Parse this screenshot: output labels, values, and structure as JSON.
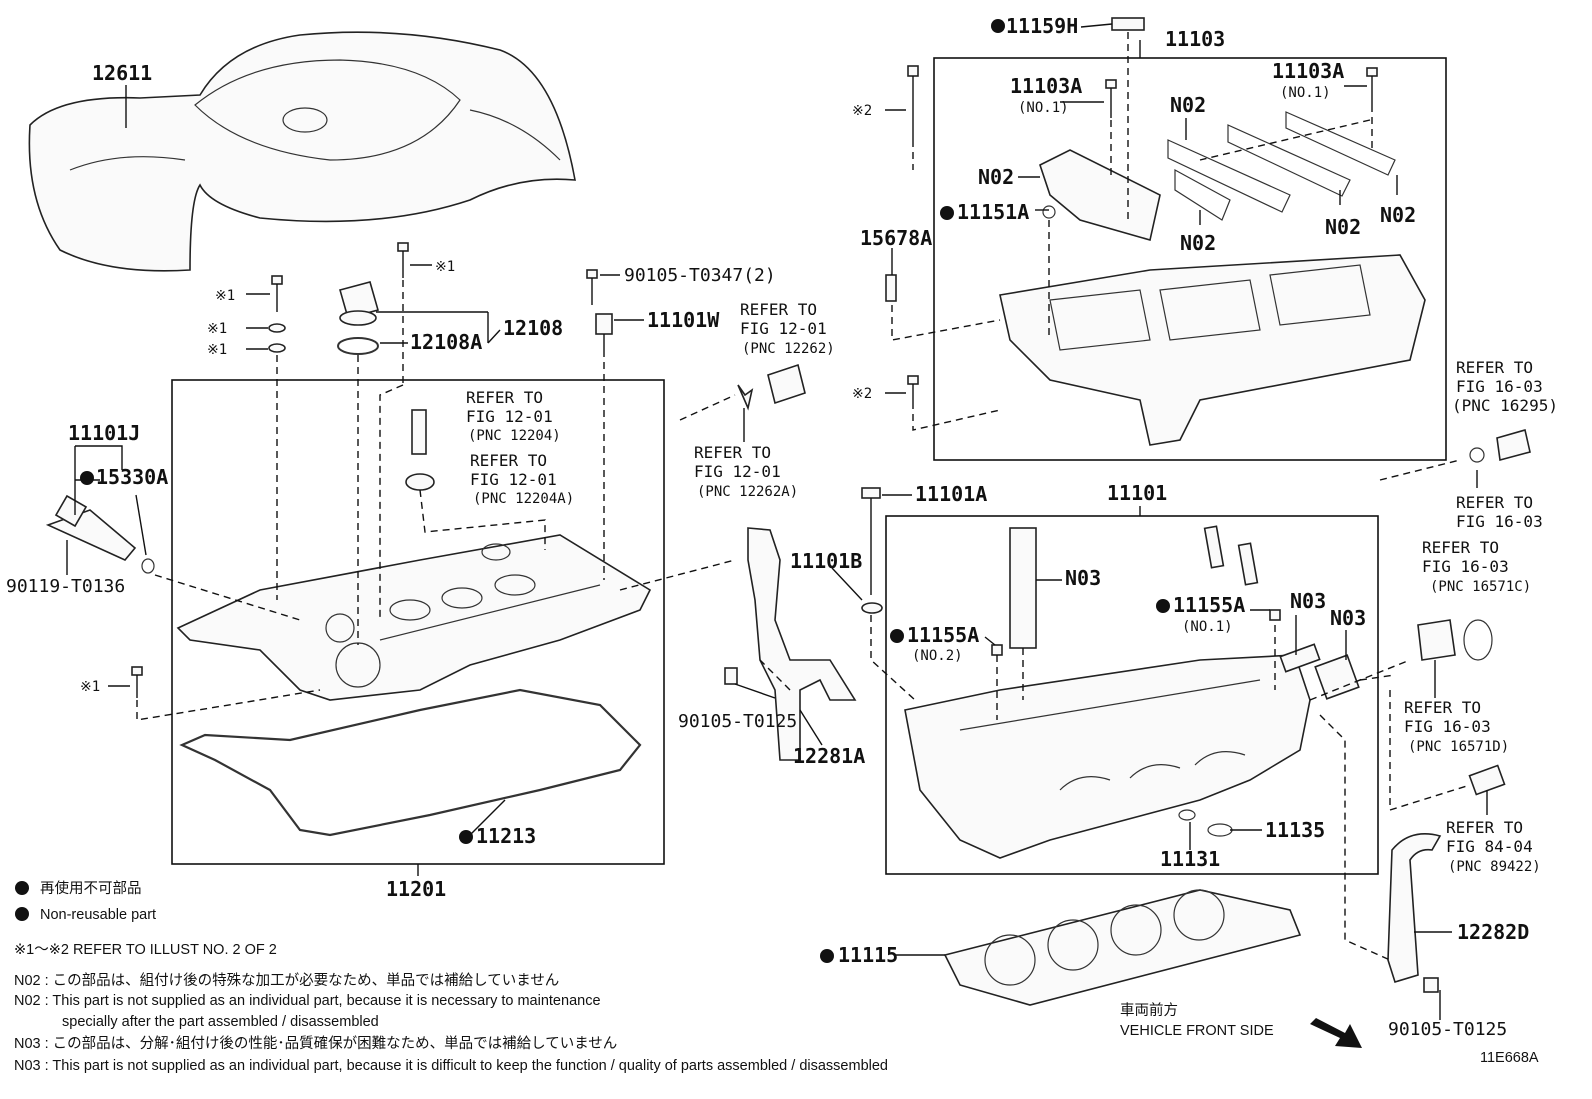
{
  "diagram_id": "11E668A",
  "parts": {
    "p12611": "12611",
    "p11159H": "11159H",
    "p11103": "11103",
    "p11103A_l": "11103A",
    "p11103A_l_sub": "(NO.1)",
    "p11103A_r": "11103A",
    "p11103A_r_sub": "(NO.1)",
    "p_x2_top": "※2",
    "p_x2_bot": "※2",
    "pN02_a": "N02",
    "pN02_b": "N02",
    "pN02_c": "N02",
    "pN02_d": "N02",
    "pN02_e": "N02",
    "p11151A": "11151A",
    "p15678A": "15678A",
    "p_x1_a": "※1",
    "p_x1_b": "※1",
    "p_x1_c": "※1",
    "p_x1_d": "※1",
    "p_x1_e": "※1",
    "p90105T0347": "90105-T0347(2)",
    "p11101W": "11101W",
    "p12108A": "12108A",
    "p12108": "12108",
    "p11101J": "11101J",
    "p15330A": "15330A",
    "p90119T0136": "90119-T0136",
    "p11101A": "11101A",
    "p11101": "11101",
    "p11101B": "11101B",
    "pN03_a": "N03",
    "pN03_b": "N03",
    "pN03_c": "N03",
    "p11155A_1": "11155A",
    "p11155A_1_sub": "(NO.1)",
    "p11155A_2": "11155A",
    "p11155A_2_sub": "(NO.2)",
    "p90105T0125_a": "90105-T0125",
    "p12281A": "12281A",
    "p11213": "11213",
    "p11201": "11201",
    "p11135": "11135",
    "p11131": "11131",
    "p11115": "11115",
    "p12282D": "12282D",
    "p90105T0125_b": "90105-T0125"
  },
  "refs": {
    "r1": [
      "REFER TO",
      "FIG 12-01",
      "(PNC 12262)"
    ],
    "r2": [
      "REFER TO",
      "FIG 12-01",
      "(PNC 12262A)"
    ],
    "r3": [
      "REFER TO",
      "FIG 12-01",
      "(PNC 12204)"
    ],
    "r4": [
      "REFER TO",
      "FIG 12-01",
      "(PNC 12204A)"
    ],
    "r5": [
      "REFER TO",
      "FIG 16-03",
      "(PNC 16295)"
    ],
    "r6": [
      "REFER TO",
      "FIG 16-03"
    ],
    "r7": [
      "REFER TO",
      "FIG 16-03",
      "(PNC 16571C)"
    ],
    "r8": [
      "REFER TO",
      "FIG 16-03",
      "(PNC 16571D)"
    ],
    "r9": [
      "REFER TO",
      "FIG 84-04",
      "(PNC 89422)"
    ]
  },
  "legend": {
    "jp_nonreuse": "再使用不可部品",
    "en_nonreuse": "Non-reusable part",
    "refer_illust": "※1～※2  REFER TO ILLUST NO. 2 OF 2",
    "n02_jp": "N02 : この部品は、組付け後の特殊な加工が必要なため、単品では補給していません",
    "n02_en1": "N02 : This part is not supplied as an individual part, because it is necessary to maintenance",
    "n02_en2": "specially after the part assembled / disassembled",
    "n03_jp": "N03 : この部品は、分解･組付け後の性能･品質確保が困難なため、単品では補給していません",
    "n03_en": "N03 : This part is not supplied as an individual part, because it is difficult to keep the function / quality of parts  assembled / disassembled"
  },
  "front": {
    "jp": "車両前方",
    "en": "VEHICLE FRONT SIDE"
  }
}
